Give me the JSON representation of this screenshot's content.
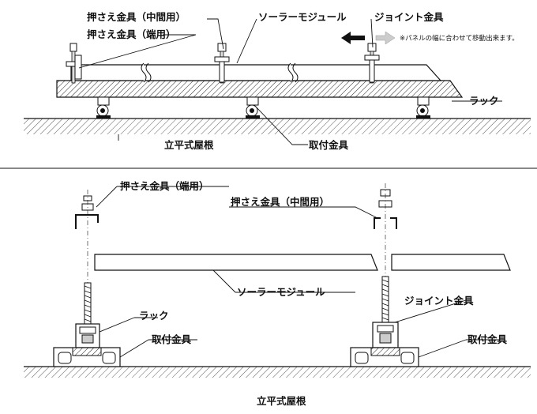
{
  "top": {
    "labels": {
      "clamp_middle": "押さえ金具（中間用）",
      "clamp_end": "押さえ金具（端用）",
      "solar_module": "ソーラーモジュール",
      "joint_fitting": "ジョイント金具",
      "note": "※パネルの幅に合わせて移動出来ます。",
      "rack": "ラック",
      "roof": "立平式屋根",
      "mount_fitting": "取付金具"
    }
  },
  "bottom": {
    "labels": {
      "clamp_end": "押さえ金具（端用）",
      "clamp_middle": "押さえ金具（中間用）",
      "solar_module": "ソーラーモジュール",
      "joint_fitting": "ジョイント金具",
      "rack_left": "ラック",
      "mount_left": "取付金具",
      "mount_right": "取付金具",
      "roof": "立平式屋根"
    }
  },
  "colors": {
    "line": "#111111",
    "hatch": "#222222",
    "arrow_dark": "#111111",
    "arrow_light": "#bbbbbb"
  }
}
